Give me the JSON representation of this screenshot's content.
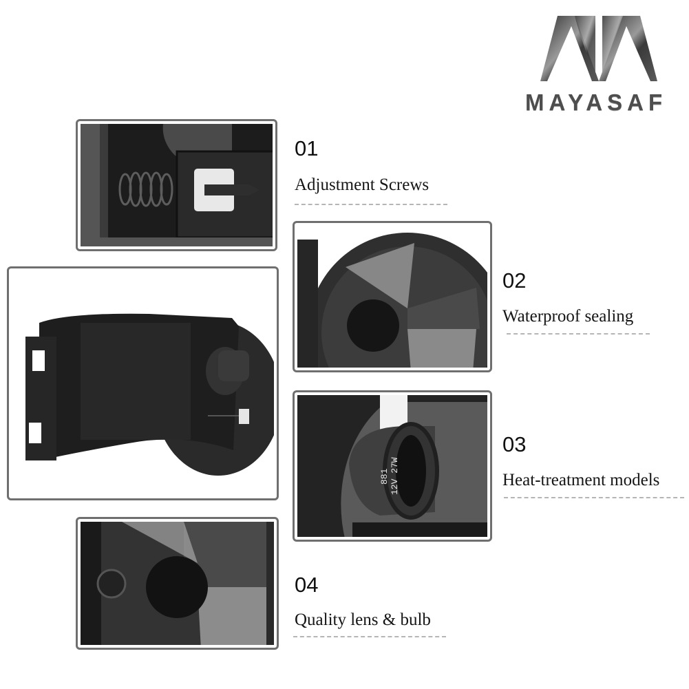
{
  "brand": {
    "name": "MAYASAF",
    "logo_icon": "mm-monogram-icon",
    "colors": {
      "logo_metal": "#4e4e4e",
      "frame_border": "#6f6f6f",
      "divider": "#b5b5b5"
    }
  },
  "features": [
    {
      "number": "01",
      "label": "Adjustment Screws",
      "photo": "adjustment-screw-spring-closeup"
    },
    {
      "number": "02",
      "label": "Waterproof sealing",
      "photo": "fog-lamp-lens-front"
    },
    {
      "number": "03",
      "label": "Heat-treatment models",
      "photo": "bulb-socket-closeup"
    },
    {
      "number": "04",
      "label": "Quality lens & bulb",
      "photo": "lens-reflector-closeup"
    }
  ],
  "main_photo": {
    "subject": "fog-light-housing-rear-view"
  },
  "bulb_marking": {
    "line1": "881",
    "line2": "12V 27W"
  }
}
